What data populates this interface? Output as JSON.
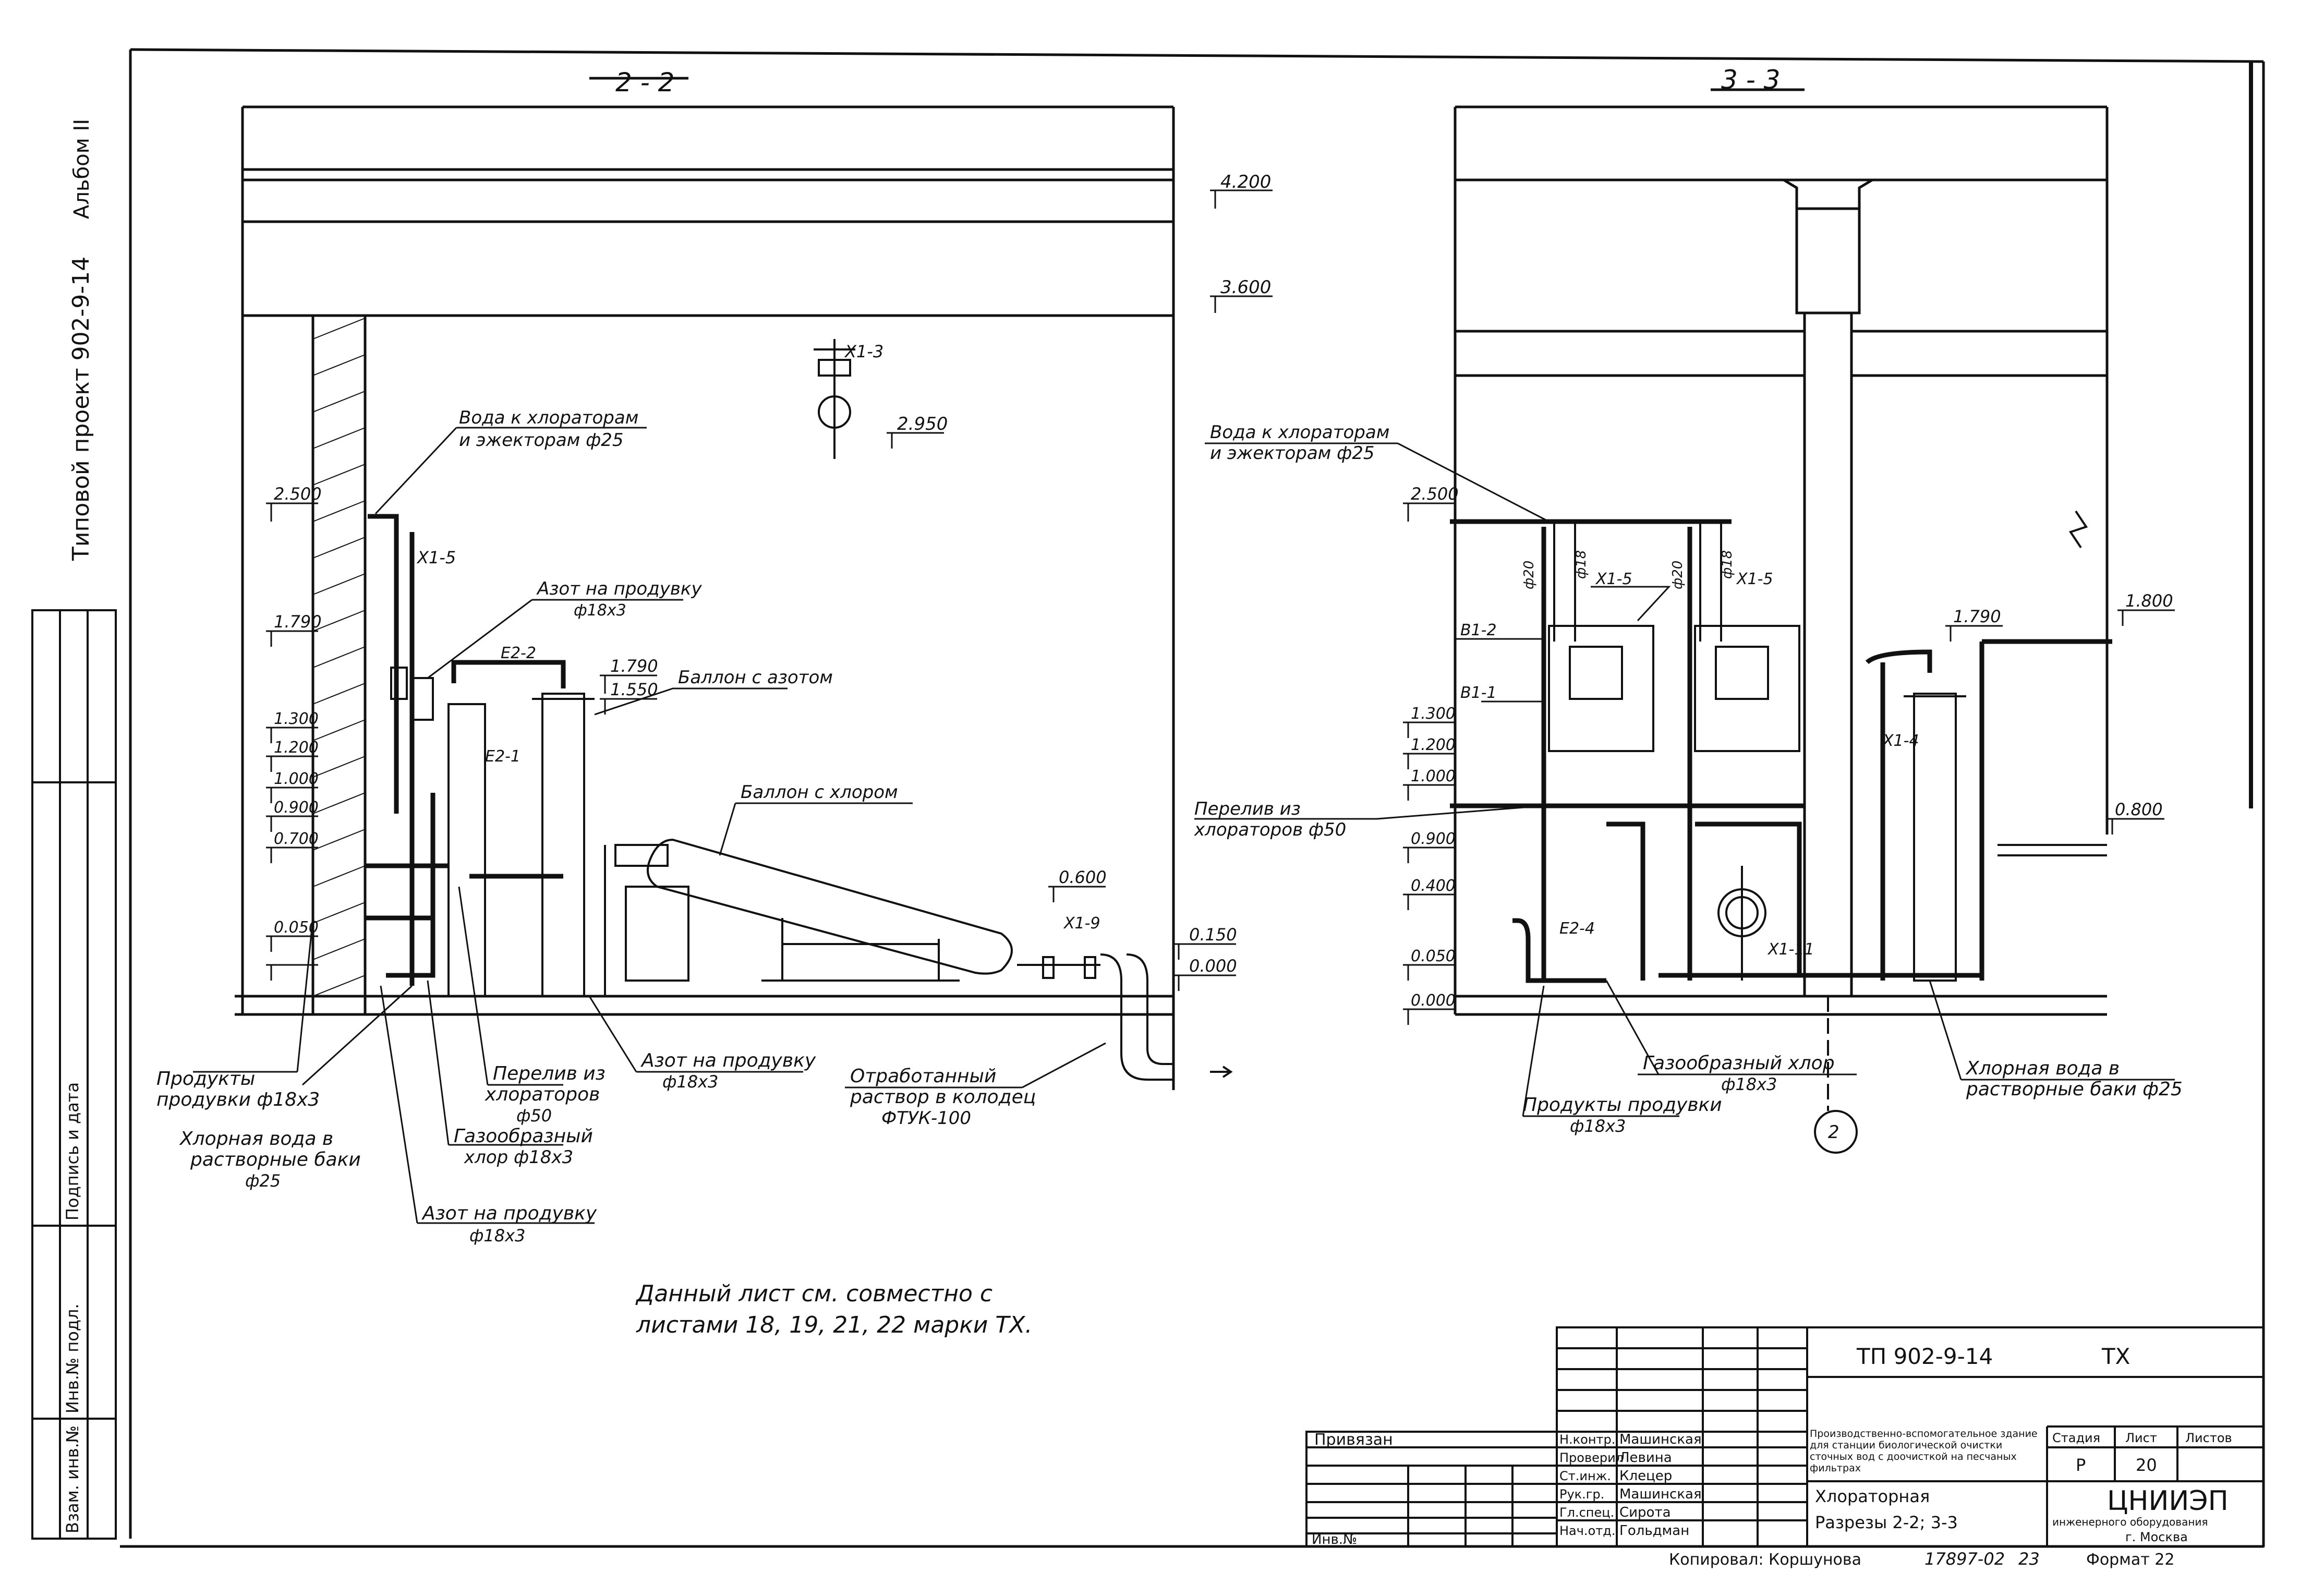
{
  "sheet": {
    "side_title": "Типовой проект 902-9-14",
    "album": "Альбом II",
    "side_labels": [
      "Инв.№ подл.",
      "Подпись и дата",
      "Взам. инв.№"
    ]
  },
  "section_22": {
    "title": "2 - 2",
    "levels": [
      "4.200",
      "3.600",
      "2.950",
      "2.500",
      "1.790",
      "1.790",
      "1.550",
      "1.300",
      "1.200",
      "1.000",
      "0.900",
      "0.700",
      "0.600",
      "0.150",
      "0.050",
      "0.000"
    ],
    "tags": [
      "X1-3",
      "X1-5",
      "E2-2",
      "E2-1",
      "X1-9"
    ],
    "labels": {
      "water": [
        "Вода к хлораторам",
        "и эжекторам ф25"
      ],
      "nitrogen_top": [
        "Азот на продувку",
        "ф18х3"
      ],
      "n2_cylinder": "Баллон с азотом",
      "cl_cylinder": "Баллон с хлором",
      "purge_products": [
        "Продукты",
        "продувки ф18х3"
      ],
      "chlor_water": [
        "Хлорная вода в",
        "растворные баки",
        "ф25"
      ],
      "overflow": [
        "Перелив из",
        "хлораторов",
        "ф50"
      ],
      "gas_chlor": [
        "Газообразный",
        "хлор ф18х3"
      ],
      "nitrogen_bot": [
        "Азот на продувку",
        "ф18х3"
      ],
      "nitrogen_bot2": [
        "Азот на продувку",
        "ф18х3"
      ],
      "spent": [
        "Отработанный",
        "раствор в колодец",
        "ФТУК-100"
      ]
    }
  },
  "section_33": {
    "title": "3 - 3",
    "levels": [
      "2.500",
      "1.790",
      "1.800",
      "1.300",
      "1.200",
      "1.000",
      "0.900",
      "0.800",
      "0.400",
      "0.050",
      "0.000"
    ],
    "tags": [
      "X1-5",
      "X1-5",
      "B1-2",
      "B1-1",
      "X1-4",
      "E2-4",
      "X1-11",
      "ф20",
      "ф18",
      "ф20",
      "ф18"
    ],
    "axis": "2",
    "labels": {
      "water": [
        "Вода к хлораторам",
        "и эжекторам ф25"
      ],
      "overflow": [
        "Перелив из",
        "хлораторов ф50"
      ],
      "gas_chlor": [
        "Газообразный хлор",
        "ф18х3"
      ],
      "purge_products": [
        "Продукты продувки",
        "ф18х3"
      ],
      "chlor_water": [
        "Хлорная вода в",
        "растворные баки ф25"
      ]
    }
  },
  "note": [
    "Данный лист см. совместно с",
    "листами 18, 19, 21, 22 марки ТХ."
  ],
  "title_block": {
    "code": "ТП 902-9-14",
    "mark": "ТХ",
    "privyazan": "Привязан",
    "inv": "Инв.№",
    "roles": [
      "Н.контр.",
      "Проверил",
      "Ст.инж.",
      "Рук.гр.",
      "Гл.спец.",
      "Нач.отд."
    ],
    "names": [
      "Машинская",
      "Левина",
      "Клецер",
      "Машинская",
      "Сирота",
      "Гольдман"
    ],
    "building": "Производственно-вспомогательное здание для станции биологической очистки сточных вод с доочисткой на песчаных фильтрах",
    "drawing_1": "Хлораторная",
    "drawing_2": "Разрезы 2-2; 3-3",
    "stage_h": "Стадия",
    "sheet_h": "Лист",
    "sheets_h": "Листов",
    "stage": "Р",
    "sheet": "20",
    "org": "ЦНИИЭП",
    "org2": "инженерного оборудования",
    "city": "г. Москва",
    "copied": "Копировал: Коршунова",
    "order": "17897-02",
    "page": "23",
    "format": "Формат 22"
  }
}
